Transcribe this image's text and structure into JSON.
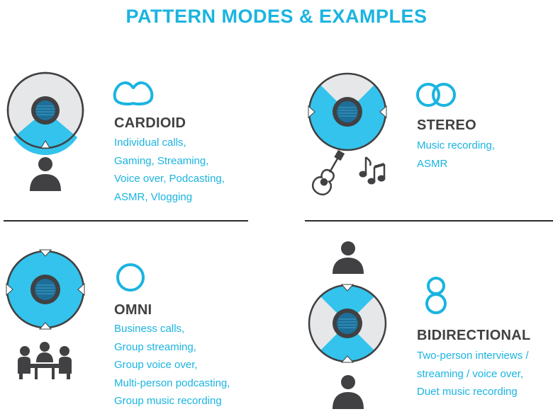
{
  "title": "PATTERN MODES & EXAMPLES",
  "colors": {
    "accent": "#1ab4e0",
    "pickup": "#33c3ec",
    "ring": "#414042",
    "capsule": "#1d6f99",
    "disc": "#e6e7e8"
  },
  "modes": [
    {
      "name": "CARDIOID",
      "icon": "cardioid-pattern-icon",
      "uses": [
        "Individual calls,",
        "Gaming, Streaming,",
        "Voice over, Podcasting,",
        "ASMR, Vlogging"
      ],
      "illustration": "single-person-icon"
    },
    {
      "name": "STEREO",
      "icon": "stereo-pattern-icon",
      "uses": [
        "Music recording,",
        "ASMR"
      ],
      "illustration": "guitar-and-music-notes-icon"
    },
    {
      "name": "OMNI",
      "icon": "omni-pattern-icon",
      "uses": [
        "Business calls,",
        "Group streaming,",
        "Group voice over,",
        "Multi-person podcasting,",
        "Group music recording"
      ],
      "illustration": "group-meeting-icon"
    },
    {
      "name": "BIDIRECTIONAL",
      "icon": "bidirectional-pattern-icon",
      "uses": [
        "Two-person interviews /",
        "streaming / voice over,",
        "Duet music recording"
      ],
      "illustration": "two-persons-icon"
    }
  ]
}
